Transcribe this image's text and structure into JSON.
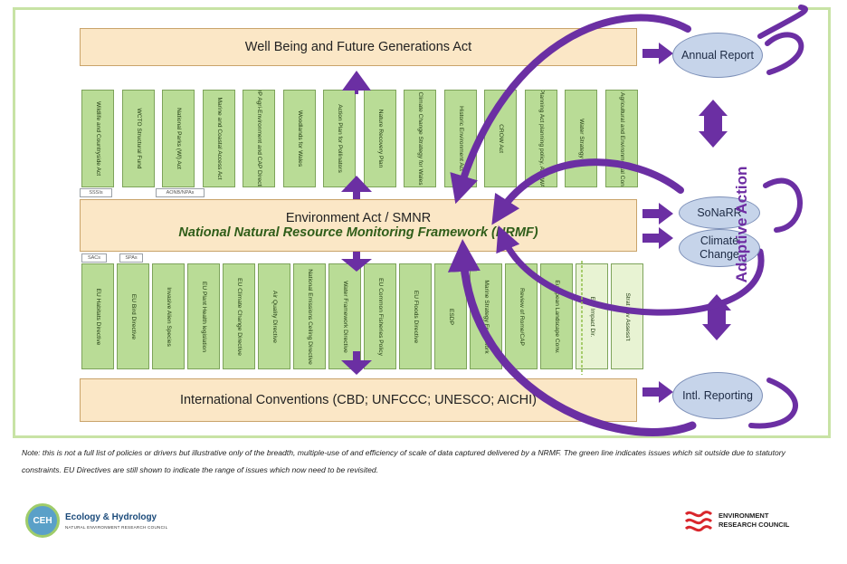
{
  "diagram": {
    "top_bar": "Well Being and Future Generations Act",
    "middle_bar": {
      "line1": "Environment Act / SMNR",
      "line2": "National Natural Resource Monitoring Framework (NRMF)"
    },
    "bottom_bar": "International Conventions (CBD; UNFCCC; UNESCO; AICHI)",
    "upper_columns": [
      "Wildlife and Countryside Act",
      "WCTO Structural Fund",
      "National Parks (Wl) Act",
      "Marine and Coastal Access Act",
      "EDP Agri-Environment and CAP Directive",
      "Woodlands for Wales",
      "Action Plan for Pollinators",
      "Nature Recovery Plan",
      "Climate Change Strategy for Wales",
      "Historic Environment Act",
      "CROW Act",
      "Planning Act planning policy, ARSWA",
      "Water Strategy",
      "Good Agricultural and Environmental Condition"
    ],
    "upper_tags": [
      "SSSIs",
      "AONB/NPAs"
    ],
    "lower_columns": [
      "EU Habitats Directive",
      "EU Bird Directive",
      "Invasive Alien Species",
      "EU Plant Health legislation",
      "EU Climate Change Directive",
      "Air Quality Directive",
      "National Emissions Ceiling Directive",
      "Water Framework Directive",
      "EU Common Fisheries Policy",
      "EU Floods Directive",
      "ESDP",
      "Marine Strategy Framework",
      "Review of Rome/CAP",
      "European Landscape Conv.",
      "Env Impact Dir.",
      "Strat Env Assess't"
    ],
    "lower_tags": [
      "SACs",
      "SPAs"
    ],
    "ovals": {
      "annual_report": "Annual Report",
      "sonarr": "SoNaRR",
      "climate_change": "Climate Change",
      "intl_reporting": "Intl. Reporting"
    },
    "side_label": "Adaptive Action",
    "note": "Note: this is not a full list of policies or drivers but illustrative only of the breadth, multiple-use of and efficiency of scale of data captured delivered by a NRMF. The green line indicates issues which sit outside due to statutory constraints. EU Directives are still shown to indicate the range of issues which now need to be revisited.",
    "colors": {
      "arrow": "#6b2fa3",
      "column": "#b9dc96",
      "bar": "#fbe7c6",
      "oval": "#c6d4ea",
      "frame": "#c8e3a5"
    }
  },
  "logos": {
    "ceh_badge": "CEH",
    "ceh_name": "Ecology & Hydrology",
    "ceh_sub": "NATURAL ENVIRONMENT RESEARCH COUNCIL",
    "nerc_line1": "ENVIRONMENT",
    "nerc_line2": "RESEARCH COUNCIL"
  }
}
